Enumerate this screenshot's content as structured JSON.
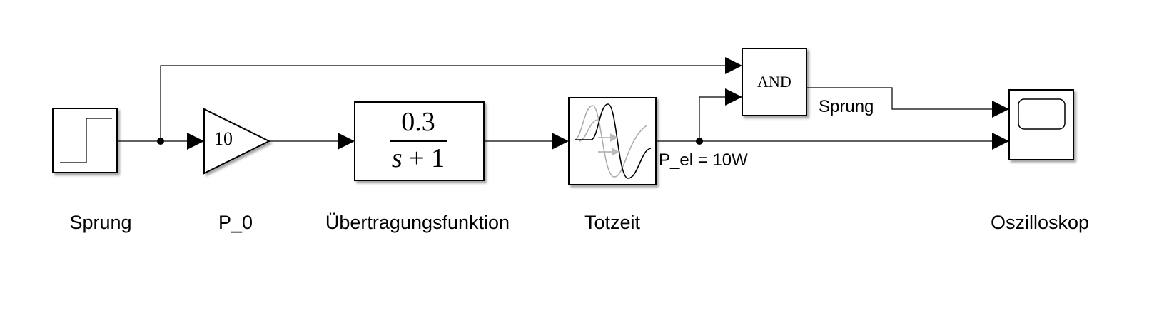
{
  "diagram": {
    "blocks": {
      "step": {
        "label": "Sprung"
      },
      "gain": {
        "label": "P_0",
        "value": "10"
      },
      "transfer": {
        "label": "Übertragungsfunktion",
        "numerator": "0.3",
        "den_var": "s",
        "den_rest": " + 1"
      },
      "delay": {
        "label": "Totzeit"
      },
      "logic": {
        "operator": "AND"
      },
      "scope": {
        "label": "Oszilloskop"
      }
    },
    "signals": {
      "power": "P_el = 10W",
      "step_out": "Sprung"
    }
  }
}
